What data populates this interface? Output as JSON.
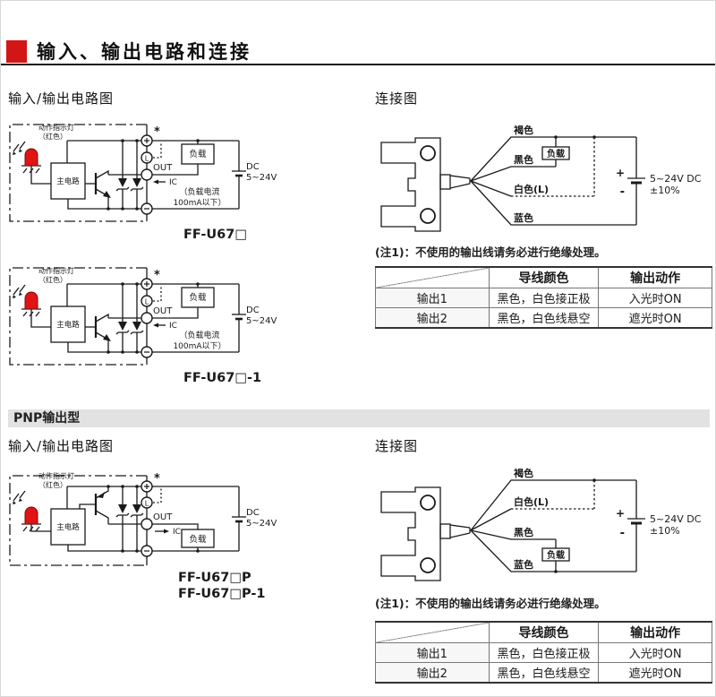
{
  "header": {
    "title": "输入、输出电路和连接"
  },
  "section_npn": {
    "circuit_heading": "输入/输出电路图",
    "connection_heading": "连接图",
    "note": "(注1)：不使用的输出线请务必进行绝缘处理。",
    "models": {
      "a": "FF-U67□",
      "b": "FF-U67□-1"
    }
  },
  "section_pnp": {
    "bar_label": "PNP输出型",
    "circuit_heading": "输入/输出电路图",
    "connection_heading": "连接图",
    "note": "(注1)：不使用的输出线请务必进行绝缘处理。",
    "models": {
      "a": "FF-U67□P",
      "b": "FF-U67□P-1"
    }
  },
  "circuit": {
    "led_label_1": "动作指示灯",
    "led_label_2": "（红色）",
    "main_circuit": "主电路",
    "load": "负载",
    "load_note_1": "（负载电流",
    "load_note_2": "100mA以下）",
    "out": "OUT",
    "ic": "IC",
    "l_mark": "L",
    "asterisk": "*",
    "dc_line_1": "DC",
    "dc_line_2": "5~24V"
  },
  "connection": {
    "wire_brown": "褐色",
    "wire_black": "黑色",
    "wire_white": "白色(L)",
    "wire_blue": "蓝色",
    "load": "负载",
    "supply_plus": "+",
    "supply_minus": "-",
    "supply_line_1": "5~24V DC",
    "supply_line_2": "±10%"
  },
  "wiring_table": {
    "col_color": "导线颜色",
    "col_action": "输出动作",
    "rows": [
      {
        "label": "输出1",
        "color": "黑色，白色接正极",
        "action": "入光时ON"
      },
      {
        "label": "输出2",
        "color": "黑色，白色线悬空",
        "action": "遮光时ON"
      }
    ]
  },
  "colors": {
    "accent": "#d21616"
  }
}
